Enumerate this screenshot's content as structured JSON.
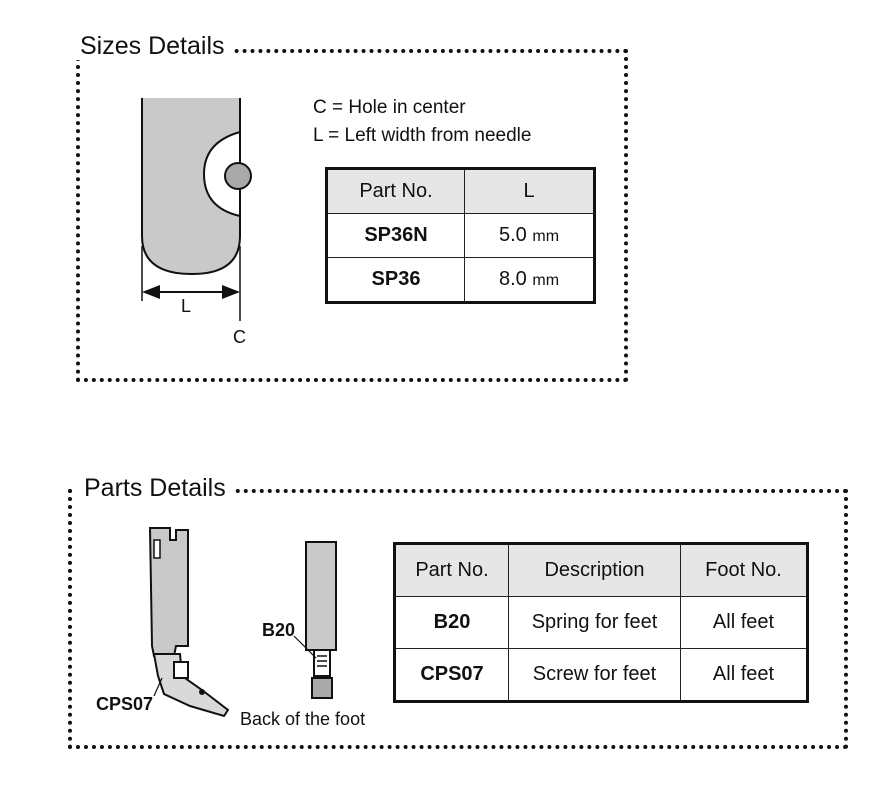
{
  "sizes": {
    "title": "Sizes Details",
    "legend": [
      "C = Hole in center",
      "L = Left width from needle"
    ],
    "diagram_labels": {
      "width": "L",
      "center": "C"
    },
    "table": {
      "headers": [
        "Part No.",
        "L"
      ],
      "rows": [
        {
          "part": "SP36N",
          "value": "5.0",
          "unit": "mm"
        },
        {
          "part": "SP36",
          "value": "8.0",
          "unit": "mm"
        }
      ]
    }
  },
  "parts": {
    "title": "Parts Details",
    "diagram_labels": {
      "screw": "CPS07",
      "spring": "B20",
      "back_caption": "Back of the foot"
    },
    "table": {
      "headers": [
        "Part No.",
        "Description",
        "Foot No."
      ],
      "rows": [
        {
          "part": "B20",
          "description": "Spring for feet",
          "foot": "All feet"
        },
        {
          "part": "CPS07",
          "description": "Screw for feet",
          "foot": "All feet"
        }
      ]
    }
  },
  "colors": {
    "header_fill": "#e6e6e6",
    "part_fill": "#c9c9c9",
    "shaft_fill": "#bfbfbf",
    "ink": "#111111"
  }
}
